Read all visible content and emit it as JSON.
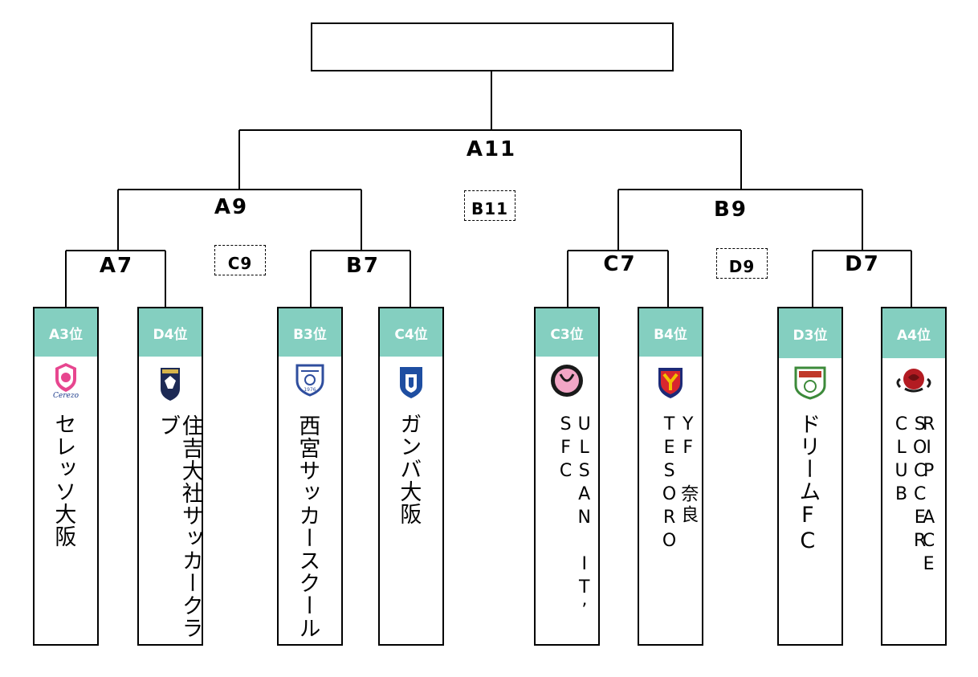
{
  "final": {
    "winner_box": "",
    "match": "A11",
    "third_place": "B11"
  },
  "left": {
    "semi": "A9",
    "semi_loser": "C9",
    "qf1": "A7",
    "qf2": "B7"
  },
  "right": {
    "semi": "B9",
    "semi_loser": "D9",
    "qf1": "C7",
    "qf2": "D7"
  },
  "teams": [
    {
      "seed": "A3位",
      "name": "セレッソ大阪",
      "emblem": "cerezo-osaka-emblem",
      "color": "#e7468f"
    },
    {
      "seed": "D4位",
      "name": "住吉大社サッカークラブ",
      "emblem": "sumiyoshi-taisha-emblem",
      "color": "#1d2a55"
    },
    {
      "seed": "B3位",
      "name": "西宮サッカースクール",
      "emblem": "nishinomiya-ss-emblem",
      "color": "#2f4e9e"
    },
    {
      "seed": "C4位",
      "name": "ガンバ大阪",
      "emblem": "gamba-osaka-emblem",
      "color": "#1e4ea1"
    },
    {
      "seed": "C3位",
      "name": "ULSAN IT’ SFC",
      "emblem": "ulsan-its-fc-emblem",
      "color": "#f2a6c6"
    },
    {
      "seed": "B4位",
      "name": "YF 奈良TESORO",
      "emblem": "yf-nara-tesoro-emblem",
      "color": "#f2c100"
    },
    {
      "seed": "D3位",
      "name": "ドリームFC",
      "emblem": "dream-fc-emblem",
      "color": "#3c8a3a"
    },
    {
      "seed": "A4位",
      "name_lines": [
        "RIP ACE",
        "SOCCER CLUB"
      ],
      "emblem": "rip-ace-rose-emblem",
      "color": "#b31b22"
    }
  ]
}
